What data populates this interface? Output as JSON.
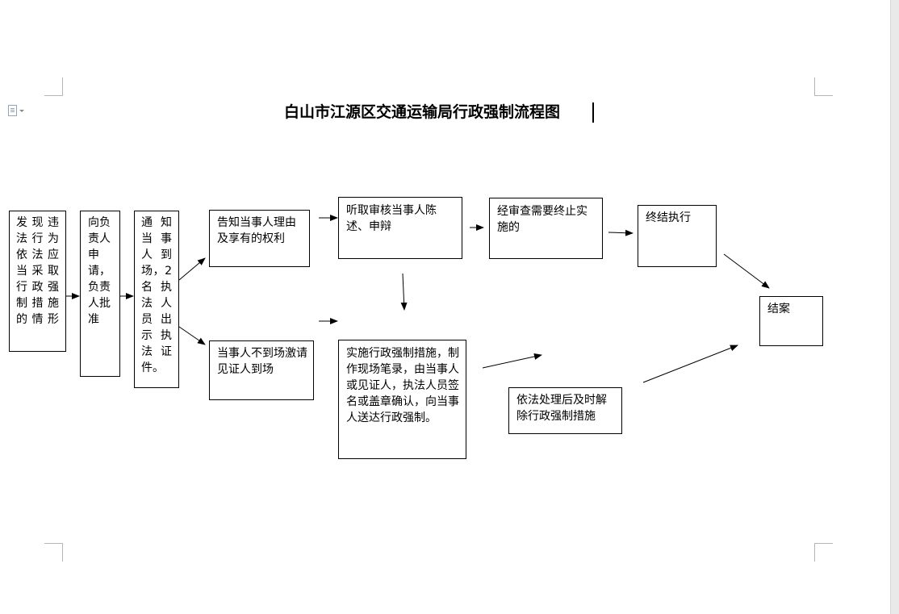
{
  "document": {
    "title": "白山市江源区交通运输局行政强制流程图"
  },
  "flowchart": {
    "boxes": {
      "discover": [
        "发现违",
        "法行为",
        "依法应",
        "当采取",
        "行政强",
        "制措施",
        "的情形"
      ],
      "apply": [
        "向负",
        "责人",
        "申",
        "请，",
        "负责",
        "人批",
        "准"
      ],
      "notify": [
        "通 知",
        "当 事",
        "人 到",
        "场，2",
        "名 执",
        "法 人",
        "员 出",
        "示 执",
        "法 证",
        "件。"
      ],
      "inform_rights": "告知当事人理由及享有的权利",
      "hear": "听取审核当事人陈述、申辩",
      "review_stop": "经审查需要终止实施的",
      "end_execution": "终结执行",
      "absent": "当事人不到场激请见证人到场",
      "implement": "实施行政强制措施，制作现场笔录，由当事人或见证人，执法人员签名或盖章确认，向当事人送达行政强制。",
      "release": "依法处理后及时解除行政强制措施",
      "close_case": "结案"
    }
  }
}
